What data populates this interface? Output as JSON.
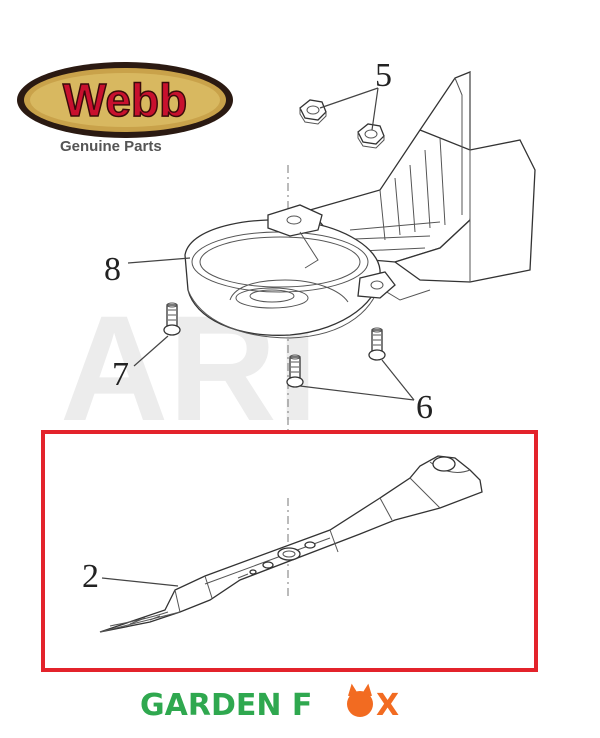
{
  "logo": {
    "brand": "Webb",
    "tagline": "Genuine Parts"
  },
  "watermark": "ARI",
  "callouts": {
    "blade": "2",
    "nut": "5",
    "bolt_pair": "6",
    "bolt_single": "7",
    "blade_adaptor": "8"
  },
  "footer": {
    "brand_left": "GARDEN F",
    "brand_o": "O",
    "brand_right": "X"
  },
  "colors": {
    "highlight_box": "#e3232b",
    "webb_red": "#c8102e",
    "webb_gold": "#c9a24a",
    "webb_dark": "#2b1a12",
    "gardenfox_green": "#2fa84f",
    "gardenfox_orange": "#f26b21",
    "watermark": "#ececec"
  }
}
